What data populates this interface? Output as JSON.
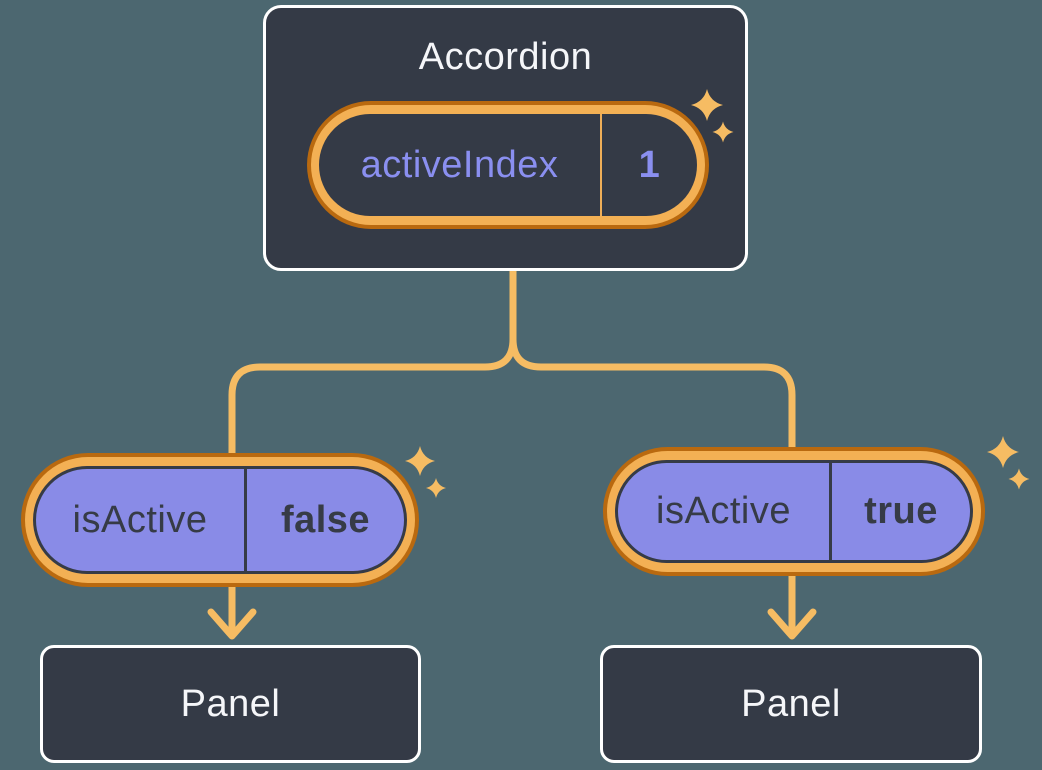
{
  "diagram": {
    "description_labels": {
      "root_title": "Accordion",
      "panel_title": "Panel"
    }
  },
  "accordion": {
    "title": "Accordion",
    "state": {
      "label": "activeIndex",
      "value": "1"
    }
  },
  "children": [
    {
      "prop": {
        "label": "isActive",
        "value": "false"
      },
      "panel": {
        "title": "Panel"
      }
    },
    {
      "prop": {
        "label": "isActive",
        "value": "true"
      },
      "panel": {
        "title": "Panel"
      }
    }
  ],
  "colors": {
    "background": "#4C6770",
    "node_fill": "#343A46",
    "node_border": "#FFFFFF",
    "node_text": "#F5F6F9",
    "connector_orange": "#F6BC63",
    "highlight_ring_light": "#F3B054",
    "highlight_ring_dark": "#B9690F",
    "state_pill_divider": "#EFAE58",
    "state_pill_text": "#8A8FF0",
    "prop_pill_fill": "#898BE7",
    "prop_pill_text": "#363B46"
  }
}
